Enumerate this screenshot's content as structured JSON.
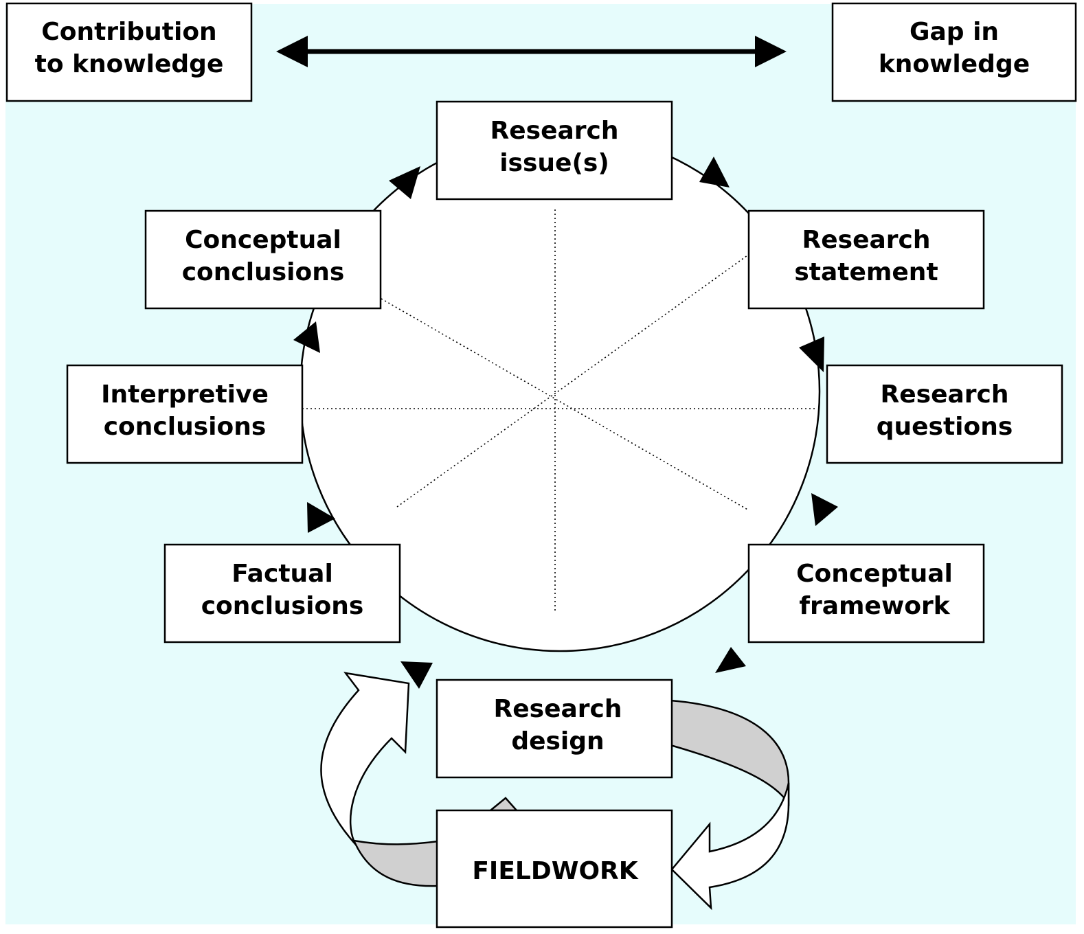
{
  "colors": {
    "background": "#e6fcfc",
    "box_fill": "#ffffff",
    "stroke": "#000000",
    "gray_arrow": "#d0d0d0"
  },
  "top": {
    "contribution": [
      "Contribution",
      "to knowledge"
    ],
    "gap": [
      "Gap in",
      "knowledge"
    ]
  },
  "cycle": {
    "research_issues": [
      "Research",
      "issue(s)"
    ],
    "research_statement": [
      "Research",
      "statement"
    ],
    "research_questions": [
      "Research",
      "questions"
    ],
    "conceptual_framework": [
      "Conceptual",
      "framework"
    ],
    "research_design": [
      "Research",
      "design"
    ],
    "fieldwork": "FIELDWORK",
    "factual_conclusions": [
      "Factual",
      "conclusions"
    ],
    "interpretive_conclusions": [
      "Interpretive",
      "conclusions"
    ],
    "conceptual_conclusions": [
      "Conceptual",
      "conclusions"
    ]
  },
  "icons": {
    "double_arrow": "double-headed-arrow-icon",
    "cycle_arrowhead": "triangle-arrowhead-icon",
    "loop_arrow": "curved-block-arrow-icon"
  }
}
